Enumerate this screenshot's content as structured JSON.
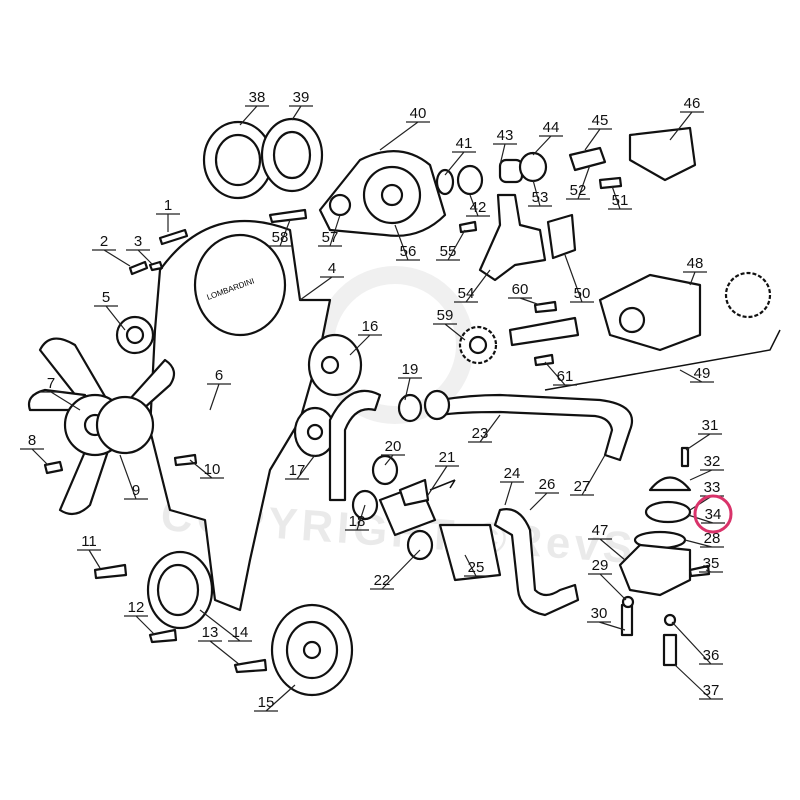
{
  "diagram": {
    "title": "Exploded parts diagram - timing belt cover, water pump and cooling hoses",
    "callouts": [
      "38",
      "39",
      "40",
      "41",
      "43",
      "44",
      "45",
      "46",
      "1",
      "2",
      "3",
      "58",
      "57",
      "56",
      "42",
      "53",
      "52",
      "51",
      "55",
      "4",
      "5",
      "54",
      "50",
      "60",
      "48",
      "59",
      "16",
      "61",
      "49",
      "7",
      "6",
      "19",
      "23",
      "31",
      "8",
      "10",
      "17",
      "20",
      "21",
      "24",
      "26",
      "27",
      "32",
      "9",
      "33",
      "34",
      "18",
      "28",
      "47",
      "11",
      "35",
      "29",
      "22",
      "25",
      "12",
      "30",
      "13",
      "14",
      "36",
      "15",
      "37"
    ],
    "highlighted_callout": "34",
    "highlight_color": "#d9336a",
    "watermark": "COPYRIGHT ©RevSP",
    "cover_logo": "LOMBARDINI"
  }
}
